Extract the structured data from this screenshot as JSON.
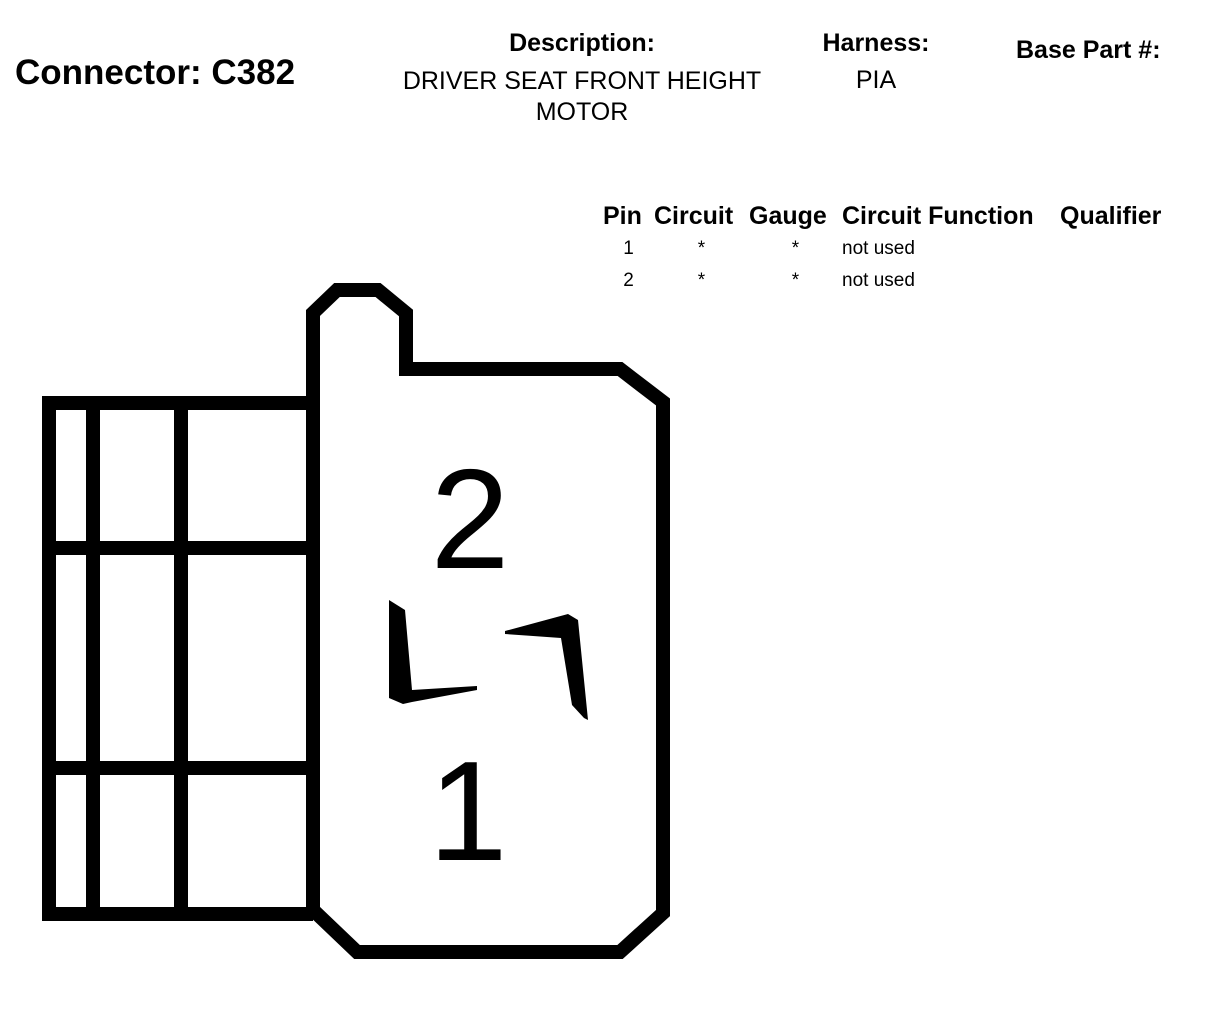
{
  "header": {
    "connector_title": "Connector: C382",
    "description_label": "Description:",
    "description_value": "DRIVER SEAT FRONT HEIGHT MOTOR",
    "harness_label": "Harness:",
    "harness_value": "PIA",
    "base_part_label": "Base Part #:"
  },
  "pin_table": {
    "headers": [
      "Pin",
      "Circuit",
      "Gauge",
      "Circuit Function",
      "Qualifier"
    ],
    "rows": [
      {
        "pin": "1",
        "circuit": "*",
        "gauge": "*",
        "function": "not used",
        "qualifier": ""
      },
      {
        "pin": "2",
        "circuit": "*",
        "gauge": "*",
        "function": "not used",
        "qualifier": ""
      }
    ]
  },
  "connector_diagram": {
    "pin_labels": [
      "2",
      "1"
    ],
    "stroke_color": "#000000",
    "fill_color": "#ffffff"
  }
}
